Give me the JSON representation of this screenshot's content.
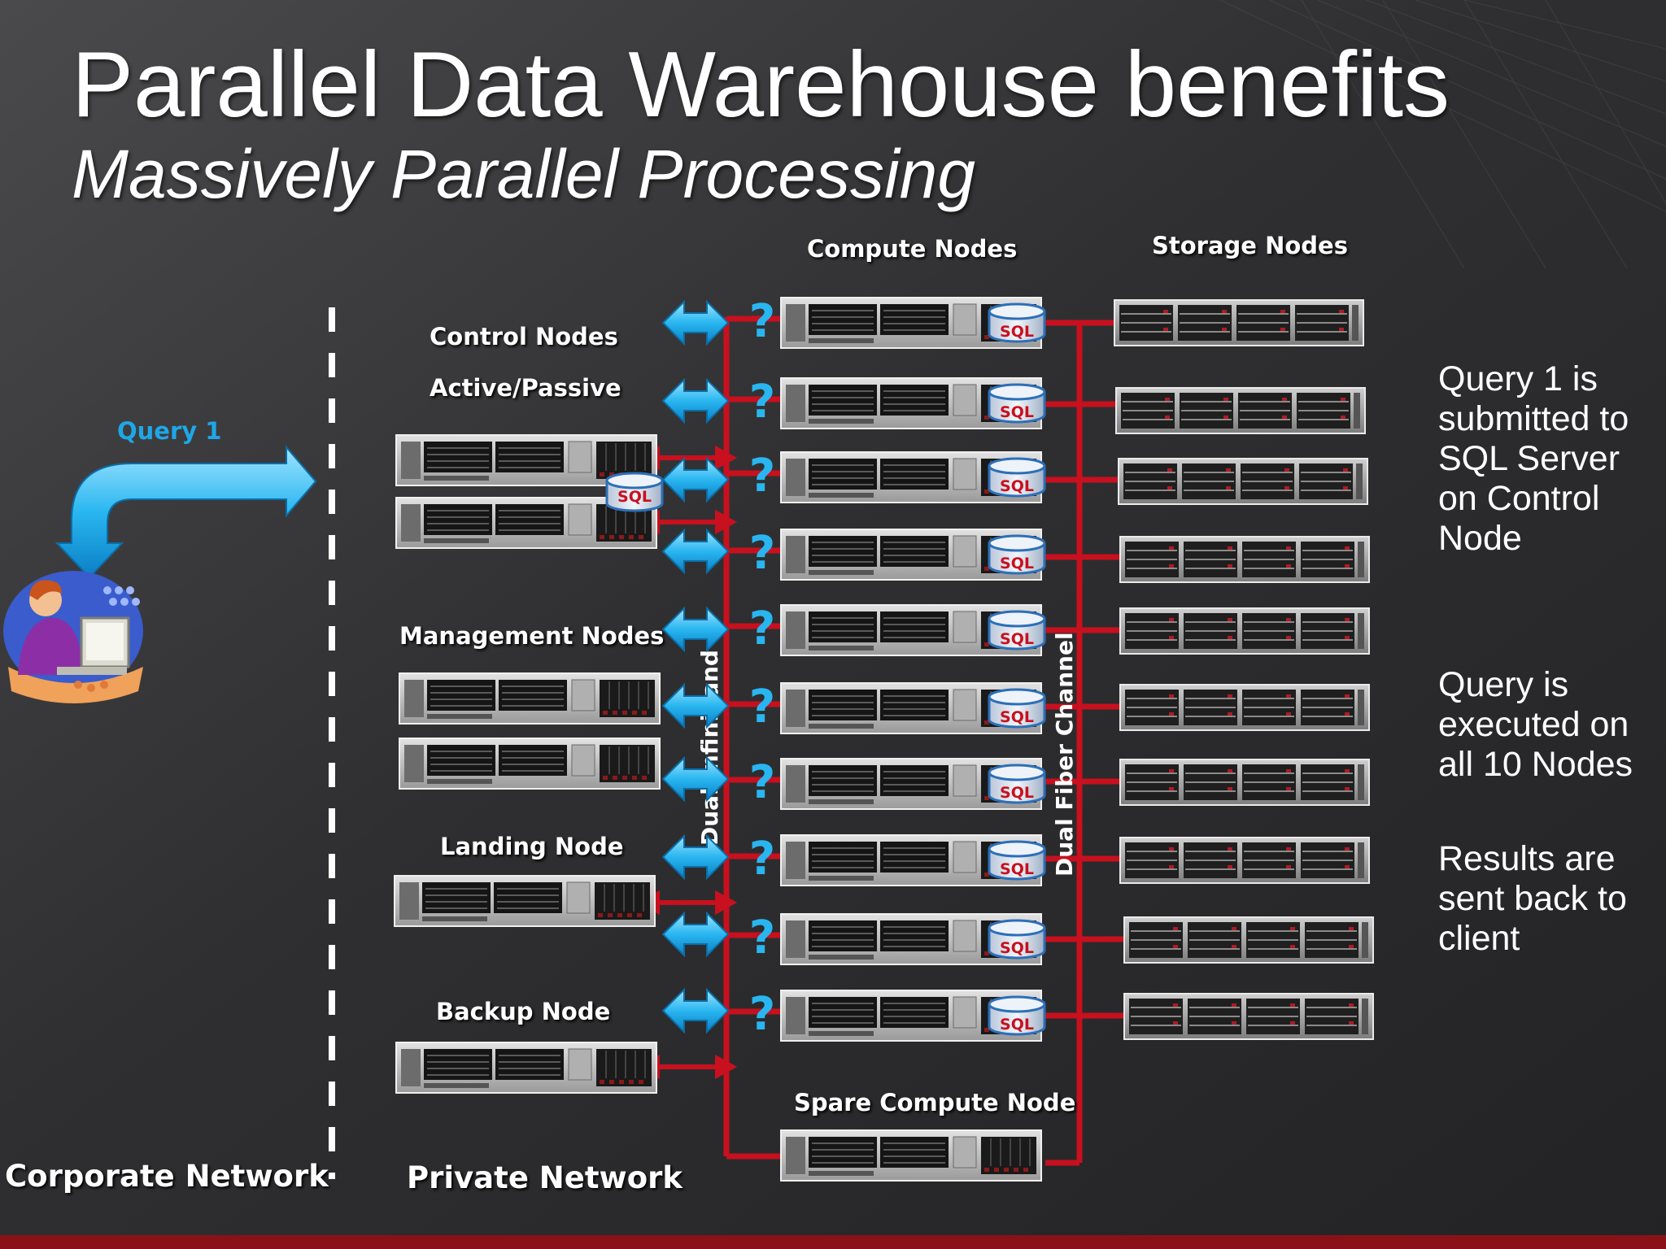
{
  "slide": {
    "title": "Parallel Data Warehouse benefits",
    "subtitle": "Massively Parallel Processing"
  },
  "labels": {
    "compute_nodes": "Compute Nodes",
    "storage_nodes": "Storage Nodes",
    "control_nodes": "Control Nodes",
    "active_passive": "Active/Passive",
    "management_nodes": "Management Nodes",
    "landing_node": "Landing Node",
    "backup_node": "Backup Node",
    "spare_compute_node": "Spare Compute Node",
    "corporate_network": "Corporate Network",
    "private_network": "Private Network",
    "dual_infiniband": "Dual Infiniband",
    "dual_fiber_channel": "Dual Fiber Channel",
    "query": "Query 1",
    "sql_badge": "SQL",
    "question_mark": "?"
  },
  "notes": [
    "Query 1 is submitted to SQL Server on Control Node",
    "Query is executed on all 10 Nodes",
    "Results are sent back to client"
  ],
  "colors": {
    "background": "#2c2c2e",
    "text": "#ffffff",
    "red_link": "#c8101e",
    "blue_arrow": "#29b6f0",
    "query_label": "#1ea7e8",
    "sql_badge_text": "#c8101e",
    "bottom_bar": "#8b1118"
  },
  "counts": {
    "compute_nodes": 10,
    "storage_nodes": 10
  },
  "icons": [
    "server-icon",
    "storage-array-icon",
    "database-icon",
    "user-at-computer-icon",
    "double-arrow-icon",
    "question-mark-icon"
  ]
}
